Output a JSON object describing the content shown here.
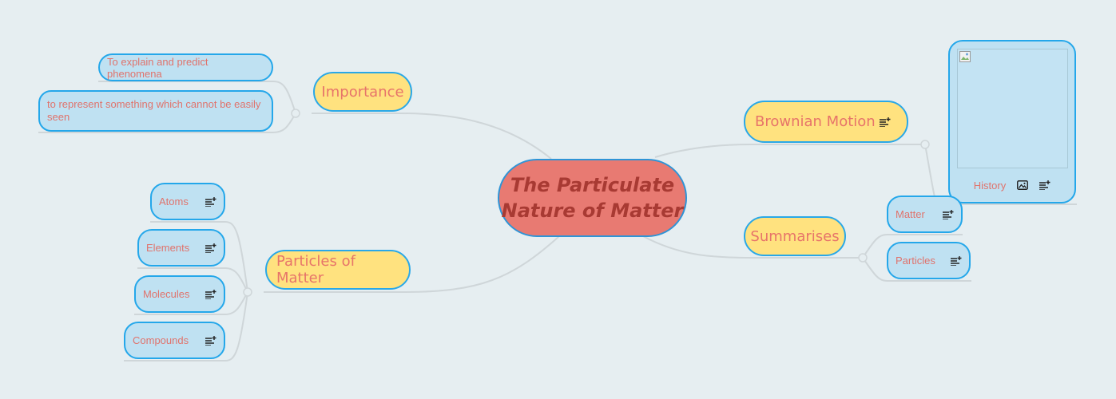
{
  "root": {
    "line1": "The Particulate",
    "line2": "Nature of Matter"
  },
  "branches": {
    "importance": {
      "label": "Importance",
      "children": [
        "To explain and predict phenomena",
        "to represent something which cannot be easily seen"
      ]
    },
    "particles_of_matter": {
      "label": "Particles of Matter",
      "children": [
        "Atoms",
        "Elements",
        "Molecules",
        "Compounds"
      ]
    },
    "brownian_motion": {
      "label": "Brownian Motion",
      "children": [
        "History"
      ]
    },
    "summarises": {
      "label": "Summarises",
      "children": [
        "Matter",
        "Particles"
      ]
    }
  },
  "colors": {
    "background": "#e6eef1",
    "root_fill": "#e87a72",
    "root_text": "#a83a33",
    "main_fill": "#ffe27f",
    "sub_fill": "#bfe1f2",
    "border": "#24a7ea",
    "text_accent": "#e7746a",
    "connector": "#cfd6d9"
  },
  "icons": [
    "notes-icon",
    "image-icon",
    "broken-image-icon"
  ]
}
